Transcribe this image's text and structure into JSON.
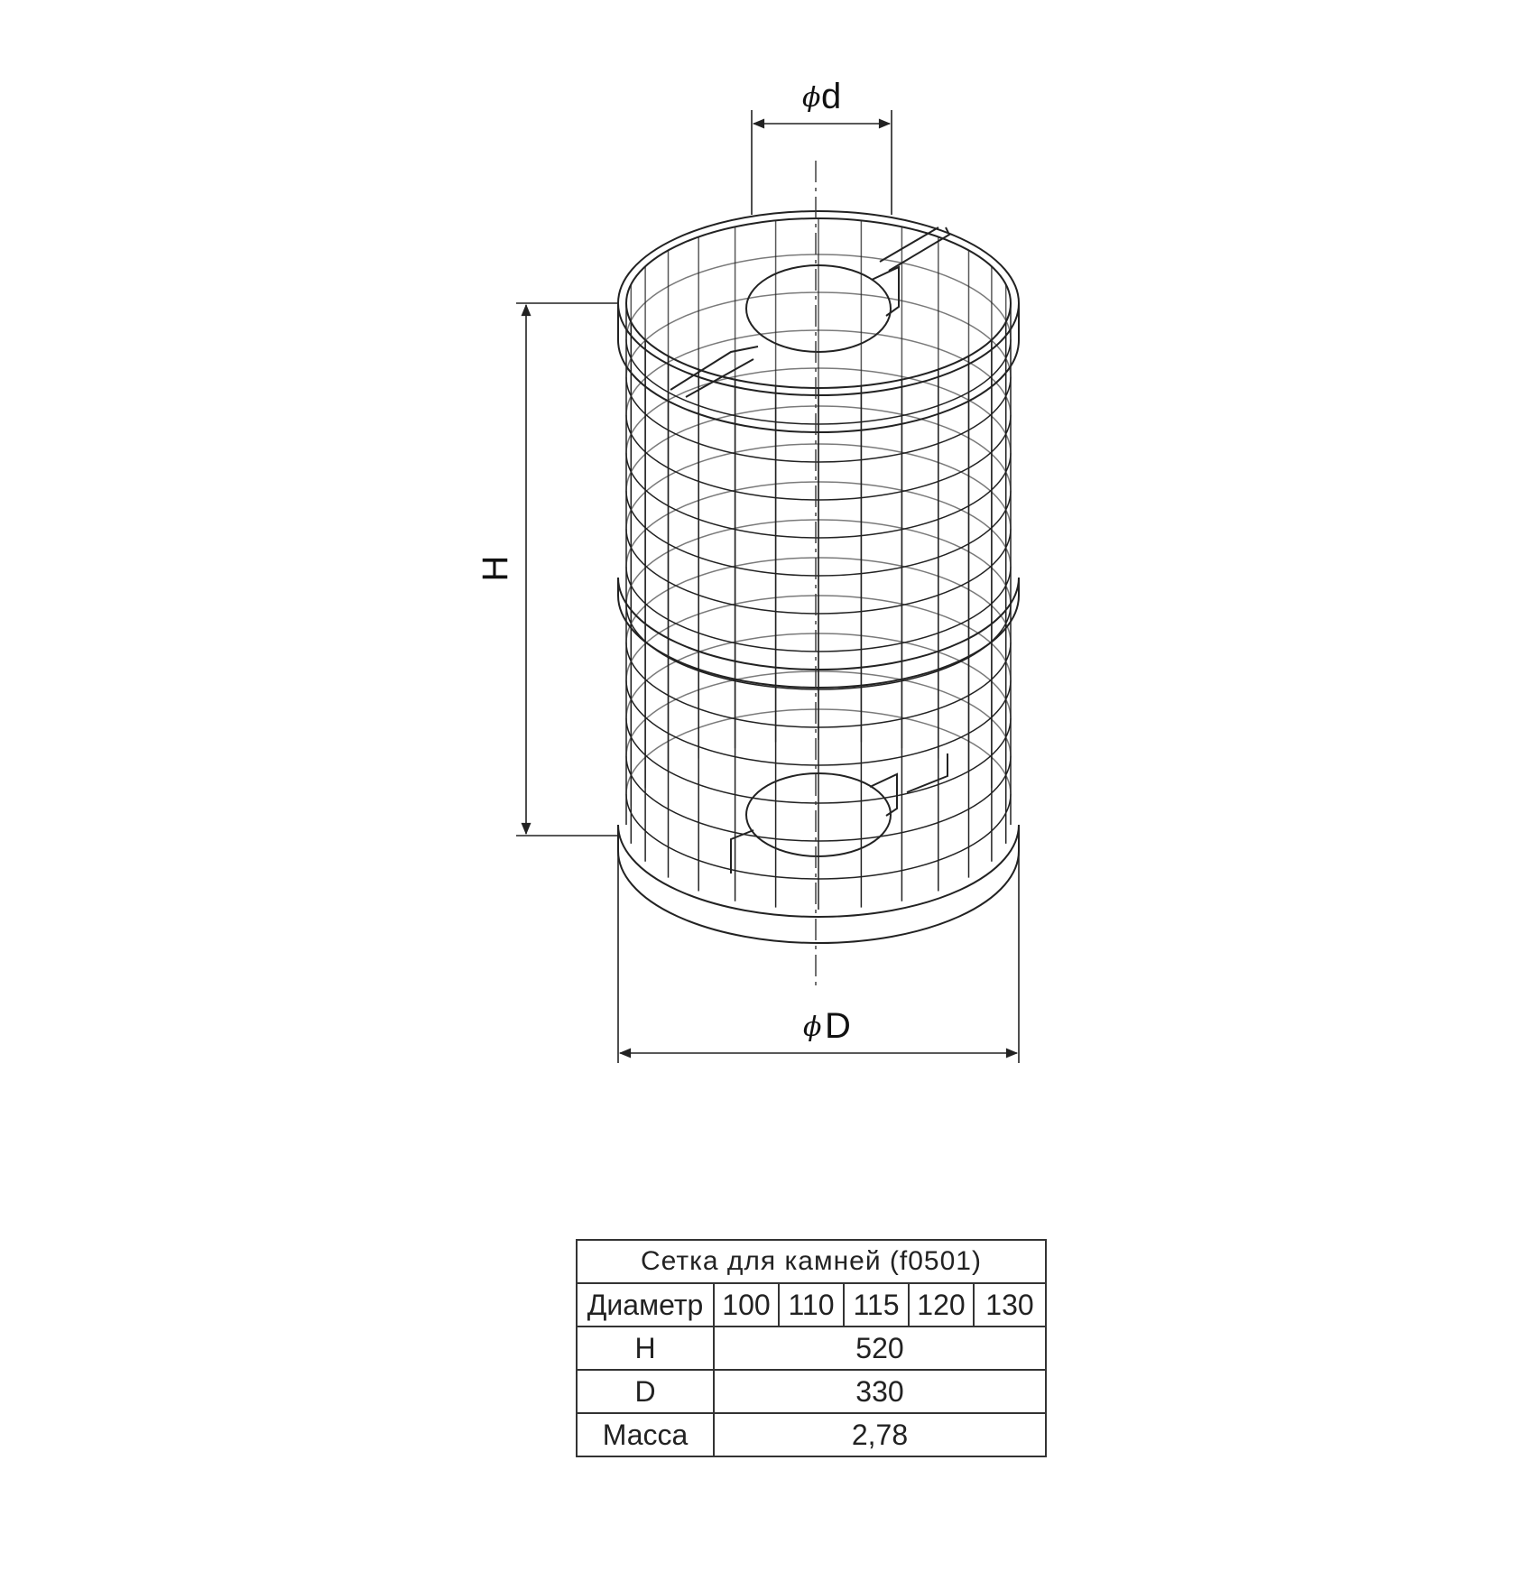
{
  "drawing": {
    "labels": {
      "d": "d",
      "D": "D",
      "H": "H"
    }
  },
  "spec_table": {
    "title": "Сетка для камней (f0501)",
    "header_label": "Диаметр",
    "diameters": [
      "100",
      "110",
      "115",
      "120",
      "130"
    ],
    "rows": [
      {
        "label": "H",
        "value": "520"
      },
      {
        "label": "D",
        "value": "330"
      },
      {
        "label": "Масса",
        "value": "2,78"
      }
    ]
  }
}
